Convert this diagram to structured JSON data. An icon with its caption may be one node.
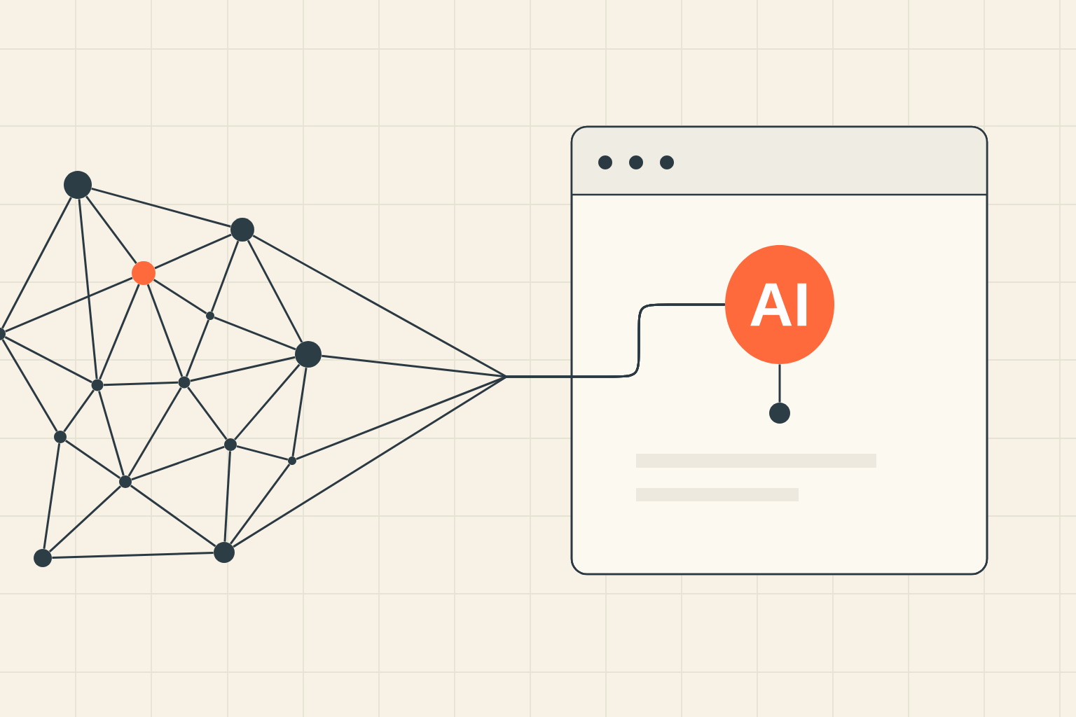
{
  "diagram": {
    "nodes": [
      {
        "text": [],
        "shape": "circle"
      },
      {
        "text": [],
        "shape": "circle"
      },
      {
        "text": [],
        "shape": "circle"
      },
      {
        "text": [],
        "shape": "circle"
      },
      {
        "text": [],
        "shape": "circle"
      },
      {
        "text": [],
        "shape": "circle"
      },
      {
        "text": [],
        "shape": "circle"
      },
      {
        "text": [],
        "shape": "circle"
      },
      {
        "text": [],
        "shape": "circle"
      },
      {
        "text": [],
        "shape": "circle"
      },
      {
        "text": [],
        "shape": "circle"
      },
      {
        "text": [],
        "shape": "circle"
      },
      {
        "text": [],
        "shape": "circle"
      },
      {
        "text": [],
        "shape": "circle"
      },
      {
        "text": [],
        "shape": "box"
      },
      {
        "text": [
          "AI"
        ],
        "in": 14
      },
      {
        "text": [],
        "shape": "circle",
        "in": 14
      }
    ],
    "edges": [
      {
        "from": 0,
        "to": 3,
        "arrow": "none"
      },
      {
        "from": 0,
        "to": 6,
        "arrow": "none"
      },
      {
        "from": 0,
        "to": 2,
        "arrow": "none"
      },
      {
        "from": 0,
        "to": 1,
        "arrow": "none"
      },
      {
        "from": 1,
        "to": 2,
        "arrow": "none"
      },
      {
        "from": 1,
        "to": 4,
        "arrow": "none"
      },
      {
        "from": 1,
        "to": 5,
        "arrow": "none"
      },
      {
        "from": 2,
        "to": 3,
        "arrow": "none"
      },
      {
        "from": 2,
        "to": 6,
        "arrow": "none"
      },
      {
        "from": 2,
        "to": 7,
        "arrow": "none"
      },
      {
        "from": 2,
        "to": 4,
        "arrow": "none"
      },
      {
        "from": 3,
        "to": 6,
        "arrow": "none"
      },
      {
        "from": 3,
        "to": 8,
        "arrow": "none"
      },
      {
        "from": 4,
        "to": 7,
        "arrow": "none"
      },
      {
        "from": 4,
        "to": 5,
        "arrow": "none"
      },
      {
        "from": 5,
        "to": 7,
        "arrow": "none"
      },
      {
        "from": 5,
        "to": 9,
        "arrow": "none"
      },
      {
        "from": 5,
        "to": 10,
        "arrow": "none"
      },
      {
        "from": 6,
        "to": 7,
        "arrow": "none"
      },
      {
        "from": 6,
        "to": 8,
        "arrow": "none"
      },
      {
        "from": 6,
        "to": 11,
        "arrow": "none"
      },
      {
        "from": 7,
        "to": 11,
        "arrow": "none"
      },
      {
        "from": 7,
        "to": 9,
        "arrow": "none"
      },
      {
        "from": 8,
        "to": 11,
        "arrow": "none"
      },
      {
        "from": 8,
        "to": 12,
        "arrow": "none"
      },
      {
        "from": 9,
        "to": 11,
        "arrow": "none"
      },
      {
        "from": 9,
        "to": 10,
        "arrow": "none"
      },
      {
        "from": 9,
        "to": 13,
        "arrow": "none"
      },
      {
        "from": 10,
        "to": 13,
        "arrow": "none"
      },
      {
        "from": 11,
        "to": 12,
        "arrow": "none"
      },
      {
        "from": 11,
        "to": 13,
        "arrow": "none"
      },
      {
        "from": 12,
        "to": 13,
        "arrow": "none"
      },
      {
        "from": 1,
        "to": 15,
        "arrow": "none"
      },
      {
        "from": 5,
        "to": 15,
        "arrow": "none"
      },
      {
        "from": 10,
        "to": 15,
        "arrow": "none"
      },
      {
        "from": 13,
        "to": 15,
        "arrow": "none"
      },
      {
        "from": 15,
        "to": 16,
        "arrow": "none"
      }
    ]
  }
}
